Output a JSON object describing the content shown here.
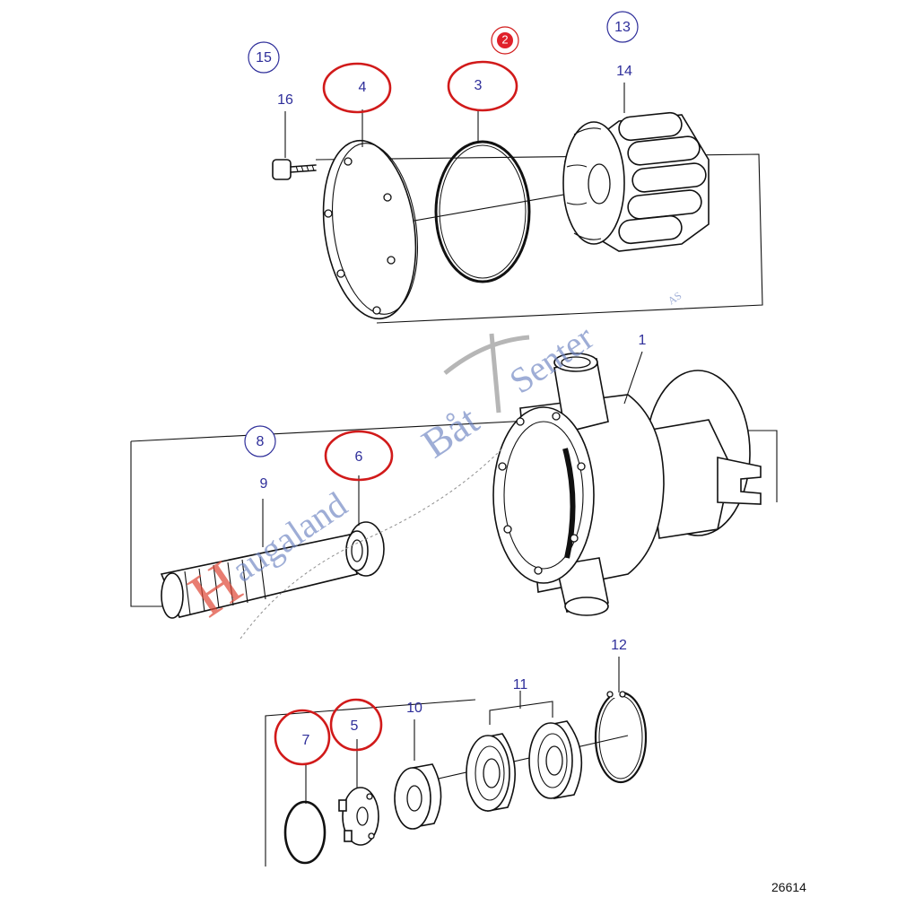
{
  "callouts": {
    "c1": "1",
    "c2": "2",
    "c3": "3",
    "c4": "4",
    "c5": "5",
    "c6": "6",
    "c7": "7",
    "c8": "8",
    "c9": "9",
    "c10": "10",
    "c11": "11",
    "c12": "12",
    "c13": "13",
    "c14": "14",
    "c15": "15",
    "c16": "16"
  },
  "figure_number": "26614",
  "watermark": {
    "word1_initial": "H",
    "word1_rest": "augaland",
    "word2": "Båt",
    "word3": "Senter",
    "suffix": "AS"
  },
  "colors": {
    "label_blue": "#2e2e9a",
    "highlight_red": "#d11a1a",
    "badge_red": "#e0202a",
    "watermark_blue": "#6f86c2",
    "watermark_red": "#e04a3a"
  }
}
